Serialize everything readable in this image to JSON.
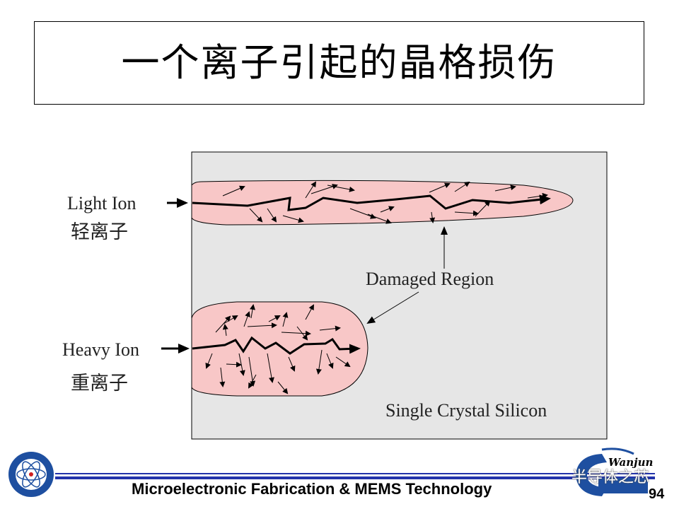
{
  "slide": {
    "title": "一个离子引起的晶格损伤",
    "page_number": "94"
  },
  "labels": {
    "light_ion_en": "Light Ion",
    "light_ion_cn": "轻离子",
    "heavy_ion_en": "Heavy Ion",
    "heavy_ion_cn": "重离子",
    "damaged_region": "Damaged Region",
    "substrate": "Single Crystal Silicon"
  },
  "footer": {
    "course": "Microelectronic Fabrication & MEMS Technology",
    "watermark": "半导体之芯",
    "brand": "Wanjun"
  },
  "colors": {
    "damage_fill": "#f8c7c7",
    "substrate_fill": "#e6e6e6",
    "footer_line": "#2233aa",
    "logo_blue": "#1e4fa0"
  },
  "icons": [
    "university-logo-icon",
    "author-logo-icon"
  ]
}
